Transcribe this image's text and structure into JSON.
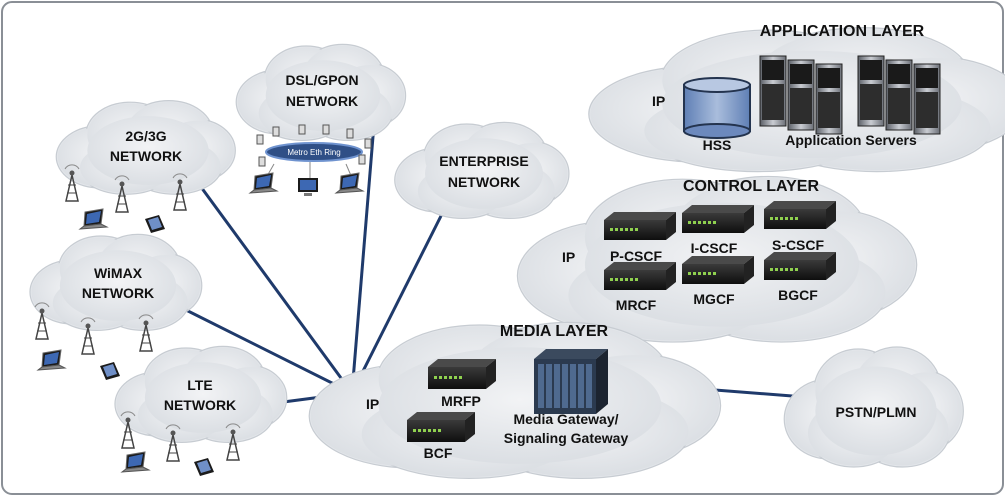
{
  "layers": {
    "application": {
      "title": "APPLICATION LAYER",
      "ip": "IP",
      "hss": "HSS",
      "servers": "Application Servers"
    },
    "control": {
      "title": "CONTROL LAYER",
      "ip": "IP",
      "nodes": [
        "P-CSCF",
        "I-CSCF",
        "S-CSCF",
        "MRCF",
        "MGCF",
        "BGCF"
      ]
    },
    "media": {
      "title": "MEDIA LAYER",
      "ip": "IP",
      "mrfp": "MRFP",
      "bcf": "BCF",
      "gateway_line1": "Media Gateway/",
      "gateway_line2": "Signaling Gateway"
    }
  },
  "access_networks": {
    "dsl": {
      "line1": "DSL/GPON",
      "line2": "NETWORK",
      "ring": "Metro Eth Ring"
    },
    "g23": {
      "line1": "2G/3G",
      "line2": "NETWORK"
    },
    "enterprise": {
      "line1": "ENTERPRISE",
      "line2": "NETWORK"
    },
    "wimax": {
      "line1": "WiMAX",
      "line2": "NETWORK"
    },
    "lte": {
      "line1": "LTE",
      "line2": "NETWORK"
    }
  },
  "pstn": "PSTN/PLMN",
  "colors": {
    "link": "#1f3a6b",
    "cloud": "#e3e6ea",
    "cloud_edge": "#c7ccd2",
    "hss": "#7f9ac6",
    "device": "#1b1b1b"
  }
}
